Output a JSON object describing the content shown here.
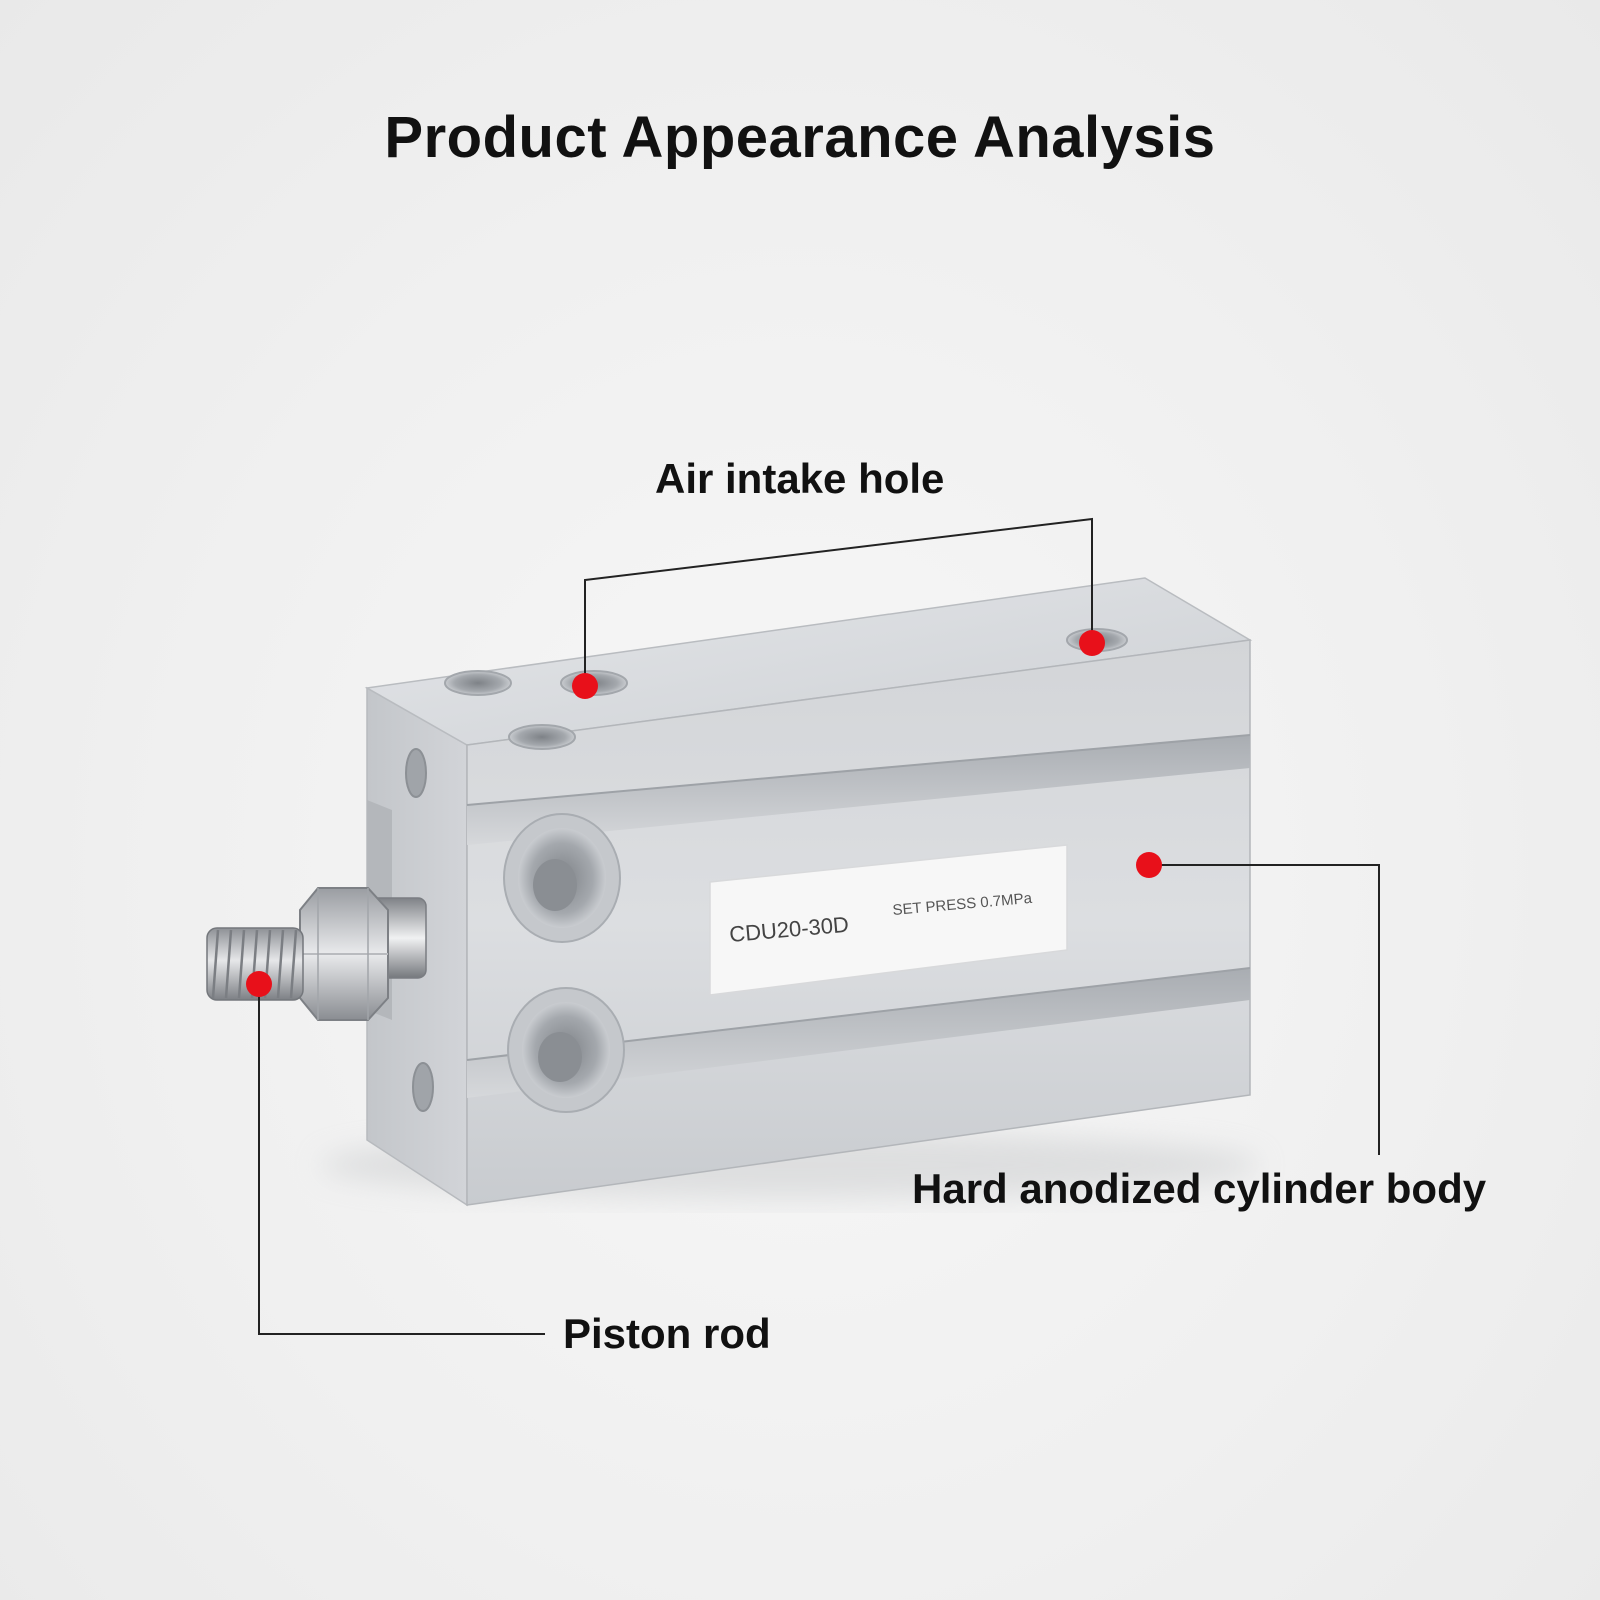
{
  "title": "Product Appearance Analysis",
  "product": {
    "model": "CDU20-30D",
    "pressure": "SET PRESS 0.7MPa"
  },
  "callouts": {
    "air_intake": "Air intake hole",
    "body": "Hard anodized cylinder body",
    "piston_rod": "Piston rod"
  },
  "colors": {
    "marker": "#e8101a",
    "leader_line": "#222222",
    "text": "#111111"
  }
}
